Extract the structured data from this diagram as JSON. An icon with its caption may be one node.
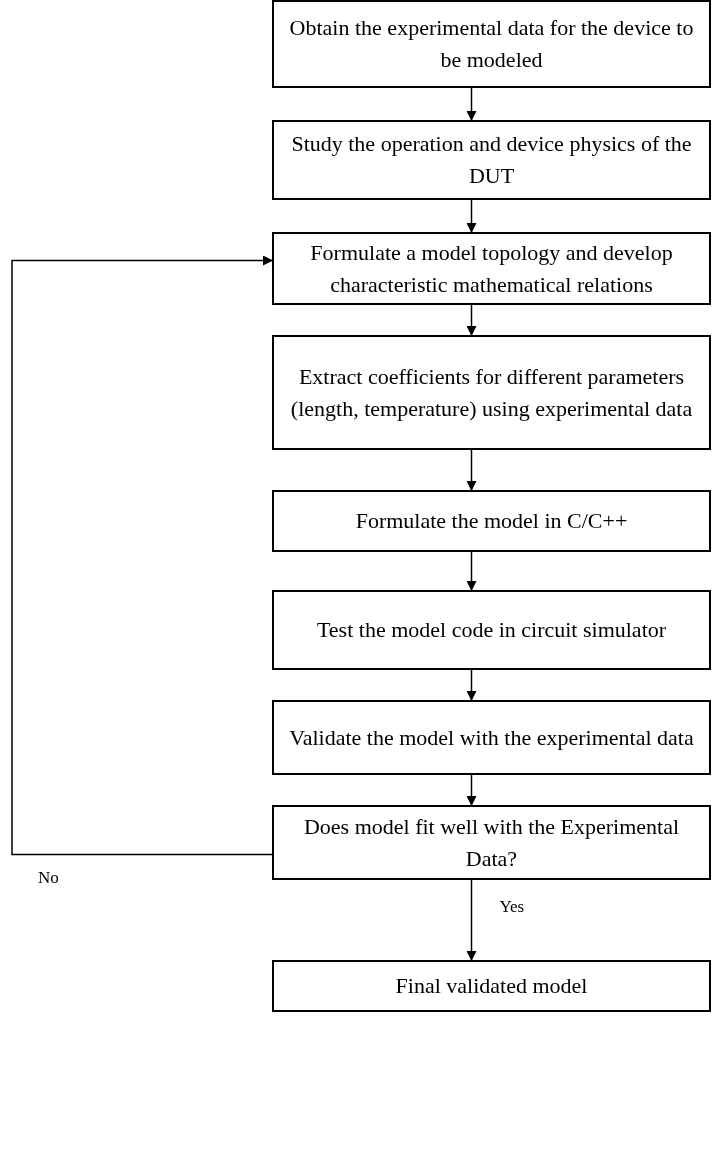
{
  "diagram": {
    "nodes": [
      {
        "text": [
          "Obtain the experimental data for the device to be modeled"
        ]
      },
      {
        "text": [
          "Study the operation and device physics of the DUT"
        ]
      },
      {
        "text": [
          "Formulate a model topology and develop characteristic mathematical relations"
        ]
      },
      {
        "text": [
          "Extract coefficients for different parameters (length, temperature) using experimental data"
        ]
      },
      {
        "text": [
          "Formulate the model in C/C++"
        ]
      },
      {
        "text": [
          "Test the model code in circuit simulator"
        ]
      },
      {
        "text": [
          "Validate the model with the experimental data"
        ]
      },
      {
        "text": [
          "Does model fit well with the Experimental Data?"
        ]
      },
      {
        "text": [
          "Final validated model"
        ]
      }
    ],
    "edges": [
      {
        "from": 0,
        "to": 1,
        "arrow": "to"
      },
      {
        "from": 1,
        "to": 2,
        "arrow": "to"
      },
      {
        "from": 2,
        "to": 3,
        "arrow": "to"
      },
      {
        "from": 3,
        "to": 4,
        "arrow": "to"
      },
      {
        "from": 4,
        "to": 5,
        "arrow": "to"
      },
      {
        "from": 5,
        "to": 6,
        "arrow": "to"
      },
      {
        "from": 6,
        "to": 7,
        "arrow": "to"
      },
      {
        "from": 7,
        "to": 8,
        "arrow": "to",
        "label": "Yes"
      },
      {
        "from": 7,
        "to": 2,
        "arrow": "to",
        "label": "No"
      }
    ]
  }
}
